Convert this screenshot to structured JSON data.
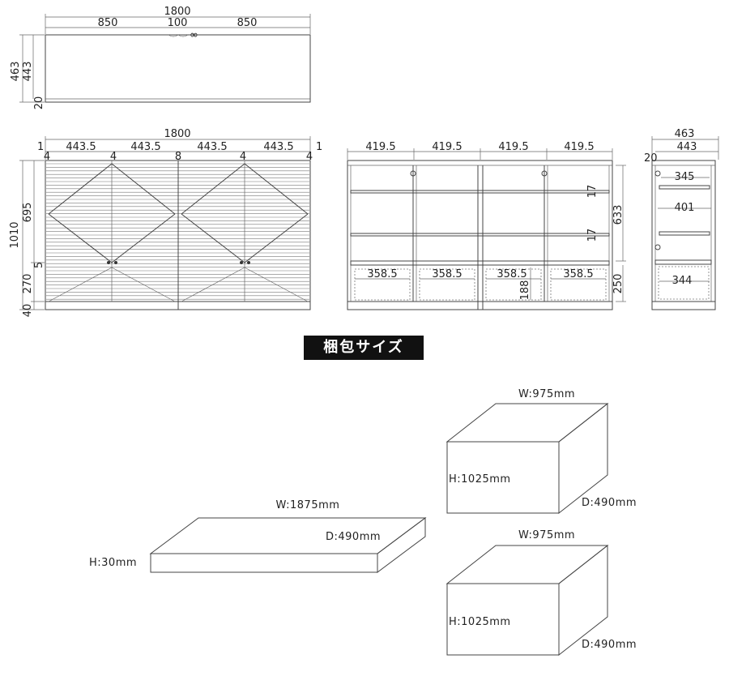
{
  "top_view": {
    "total_width": "1800",
    "left": "850",
    "center": "100",
    "right": "850",
    "depth": "463",
    "inner_depth": "443",
    "back": "20"
  },
  "front_view": {
    "total_width": "1800",
    "edge_left": "1",
    "edge_right": "1",
    "door_widths": [
      "443.5",
      "443.5",
      "443.5",
      "443.5"
    ],
    "gaps": [
      "4",
      "4",
      "8",
      "4",
      "4"
    ],
    "height": "1010",
    "upper": "695",
    "middle_gap": "5",
    "lower": "270",
    "plinth": "40"
  },
  "interior_view": {
    "section_widths": [
      "419.5",
      "419.5",
      "419.5",
      "419.5"
    ],
    "drawer_widths": [
      "358.5",
      "358.5",
      "358.5",
      "358.5"
    ],
    "shelf_thickness_1": "17",
    "shelf_thickness_2": "17",
    "upper_height": "633",
    "drawer_height": "188",
    "lower_height": "250"
  },
  "side_view": {
    "depth": "463",
    "inner_depth": "443",
    "back": "20",
    "shelf_depth": "345",
    "middle_depth": "401",
    "drawer_depth": "344"
  },
  "packing": {
    "title": "梱包サイズ",
    "flat_box": {
      "width": "W:1875mm",
      "depth": "D:490mm",
      "height": "H:30mm"
    },
    "box_top": {
      "width": "W:975mm",
      "height": "H:1025mm",
      "depth": "D:490mm"
    },
    "box_bottom": {
      "width": "W:975mm",
      "height": "H:1025mm",
      "depth": "D:490mm"
    }
  }
}
